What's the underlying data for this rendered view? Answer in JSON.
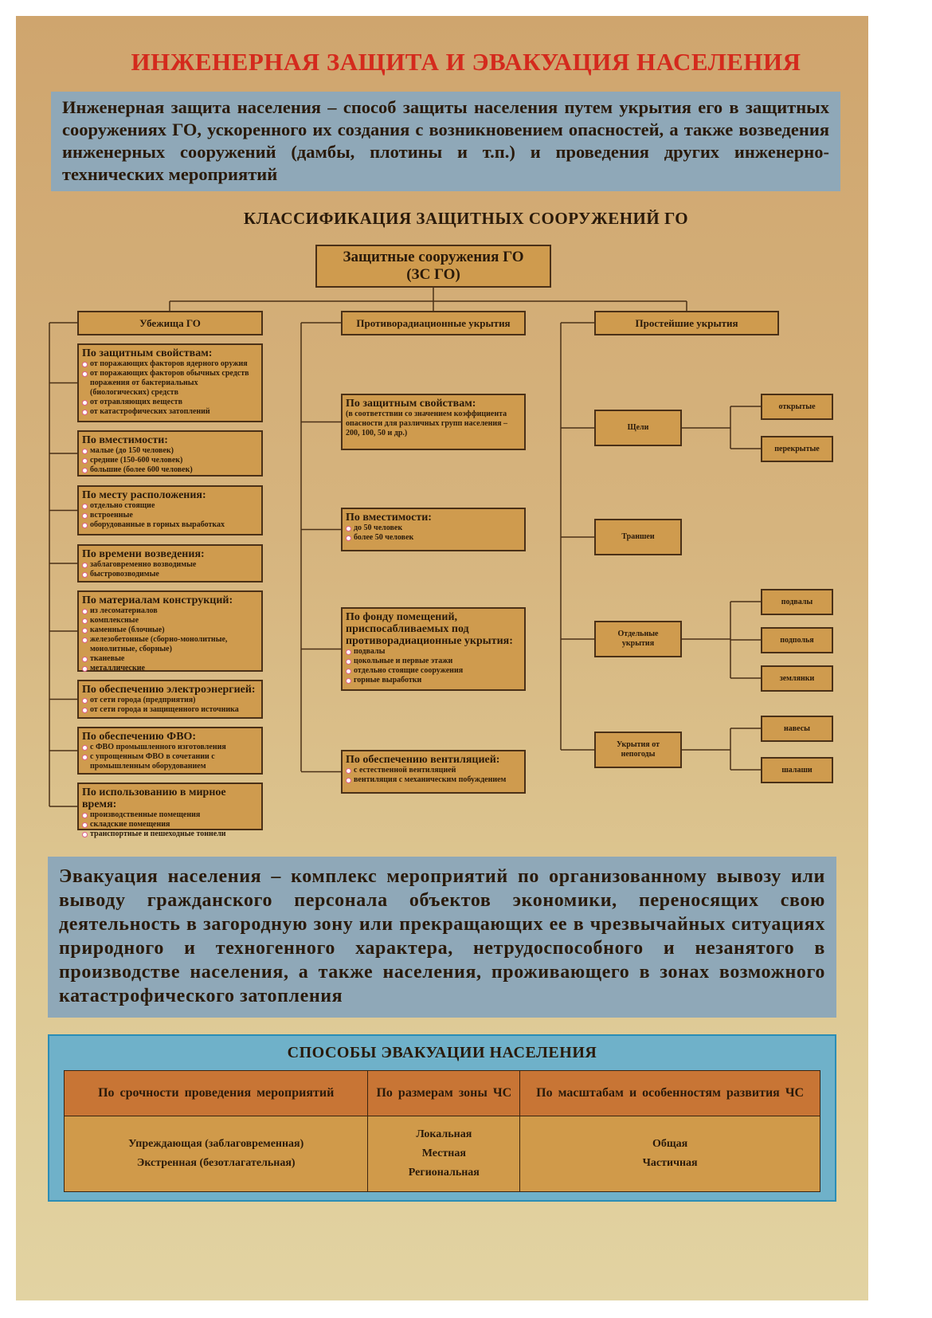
{
  "title": "ИНЖЕНЕРНАЯ ЗАЩИТА И ЭВАКУАЦИЯ НАСЕЛЕНИЯ",
  "definition_protection": "Инженерная защита населения – способ защиты населения путем укрытия его в защитных сооружениях ГО, ускоренного их создания с возникновением опасностей, а также возведения инженерных сооружений (дамбы, плотины и т.п.) и проведения других инженерно-технических мероприятий",
  "classification_title": "КЛАССИФИКАЦИЯ ЗАЩИТНЫХ СООРУЖЕНИЙ ГО",
  "root": {
    "line1": "Защитные сооружения ГО",
    "line2": "(ЗС ГО)"
  },
  "shelters": {
    "label": "Убежища ГО",
    "categories": [
      {
        "title": "По защитным свойствам:",
        "items": [
          "от поражающих факторов ядерного оружия",
          "от поражающих факторов обычных средств поражения от бактериальных (биологических) средств",
          "от отравляющих веществ",
          "от катастрофических затоплений"
        ]
      },
      {
        "title": "По вместимости:",
        "items": [
          "малые (до 150 человек)",
          "средние (150-600 человек)",
          "большие (более 600 человек)"
        ]
      },
      {
        "title": "По месту расположения:",
        "items": [
          "отдельно стоящие",
          "встроенные",
          "оборудованные в горных выработках"
        ]
      },
      {
        "title": "По времени возведения:",
        "items": [
          "заблаговременно возводимые",
          "быстровозводимые"
        ]
      },
      {
        "title": "По материалам конструкций:",
        "items": [
          "из лесоматериалов",
          "комплексные",
          "каменные (блочные)",
          "железобетонные (сборно-монолитные, монолитные, сборные)",
          "тканевые",
          "металлические"
        ]
      },
      {
        "title": "По обеспечению электроэнергией:",
        "items": [
          "от сети города (предприятия)",
          "от сети города и защищенного источника"
        ]
      },
      {
        "title": "По обеспечению ФВО:",
        "items": [
          "с ФВО промышленного изготовления",
          "с упрощенным ФВО в сочетании с промышленным оборудованием"
        ]
      },
      {
        "title": "По использованию в мирное время:",
        "items": [
          "производственные помещения",
          "складские помещения",
          "транспортные и пешеходные тоннели"
        ]
      }
    ]
  },
  "radiation": {
    "label": "Противорадиационные укрытия",
    "categories": [
      {
        "title": "По защитным свойствам:",
        "note": "(в соответствии со значением коэффициента опасности для различных групп населения – 200, 100, 50 и др.)",
        "items": []
      },
      {
        "title": "По вместимости:",
        "items": [
          "до 50 человек",
          "более 50 человек"
        ]
      },
      {
        "title": "По фонду помещений, приспосабливаемых под противорадиационные укрытия:",
        "items": [
          "подвалы",
          "цокольные и первые этажи",
          "отдельно стоящие сооружения",
          "горные выработки"
        ]
      },
      {
        "title": "По обеспечению вентиляцией:",
        "items": [
          "с естественной вентиляцией",
          "вентиляция с механическим побуждением"
        ]
      }
    ]
  },
  "simple": {
    "label": "Простейшие укрытия",
    "types": [
      {
        "label": "Щели",
        "subtypes": [
          "открытые",
          "перекрытые"
        ]
      },
      {
        "label": "Траншеи",
        "subtypes": []
      },
      {
        "label": "Отдельные укрытия",
        "subtypes": [
          "подвалы",
          "подполья",
          "землянки"
        ]
      },
      {
        "label": "Укрытия от непогоды",
        "subtypes": [
          "навесы",
          "шалаши"
        ]
      }
    ]
  },
  "definition_evacuation": "Эвакуация населения – комплекс мероприятий по организованному вывозу или выводу гражданского персонала объектов экономики, переносящих свою деятельность в загородную зону или прекращающих ее в чрезвычайных ситуациях природного и техногенного характера, нетрудоспособного и незанятого в производстве населения, а также населения, проживающего в зонах возможного катастрофического затопления",
  "evacuation_methods": {
    "title": "СПОСОБЫ ЭВАКУАЦИИ НАСЕЛЕНИЯ",
    "columns": [
      {
        "header": "По срочности проведения мероприятий",
        "items": [
          "Упреждающая (заблаговременная)",
          "Экстренная (безотлагательная)"
        ]
      },
      {
        "header": "По размерам зоны ЧС",
        "items": [
          "Локальная",
          "Местная",
          "Региональная"
        ]
      },
      {
        "header": "По масштабам и особенностям развития ЧС",
        "items": [
          "Общая",
          "Частичная"
        ]
      }
    ]
  },
  "colors": {
    "title_red": "#d42a1d",
    "definition_blue": "#8fa8b8",
    "box_fill": "#cf9b4e",
    "evac_panel": "#6fb1c9",
    "table_header": "#c87535",
    "bullet": "#e0608a"
  }
}
